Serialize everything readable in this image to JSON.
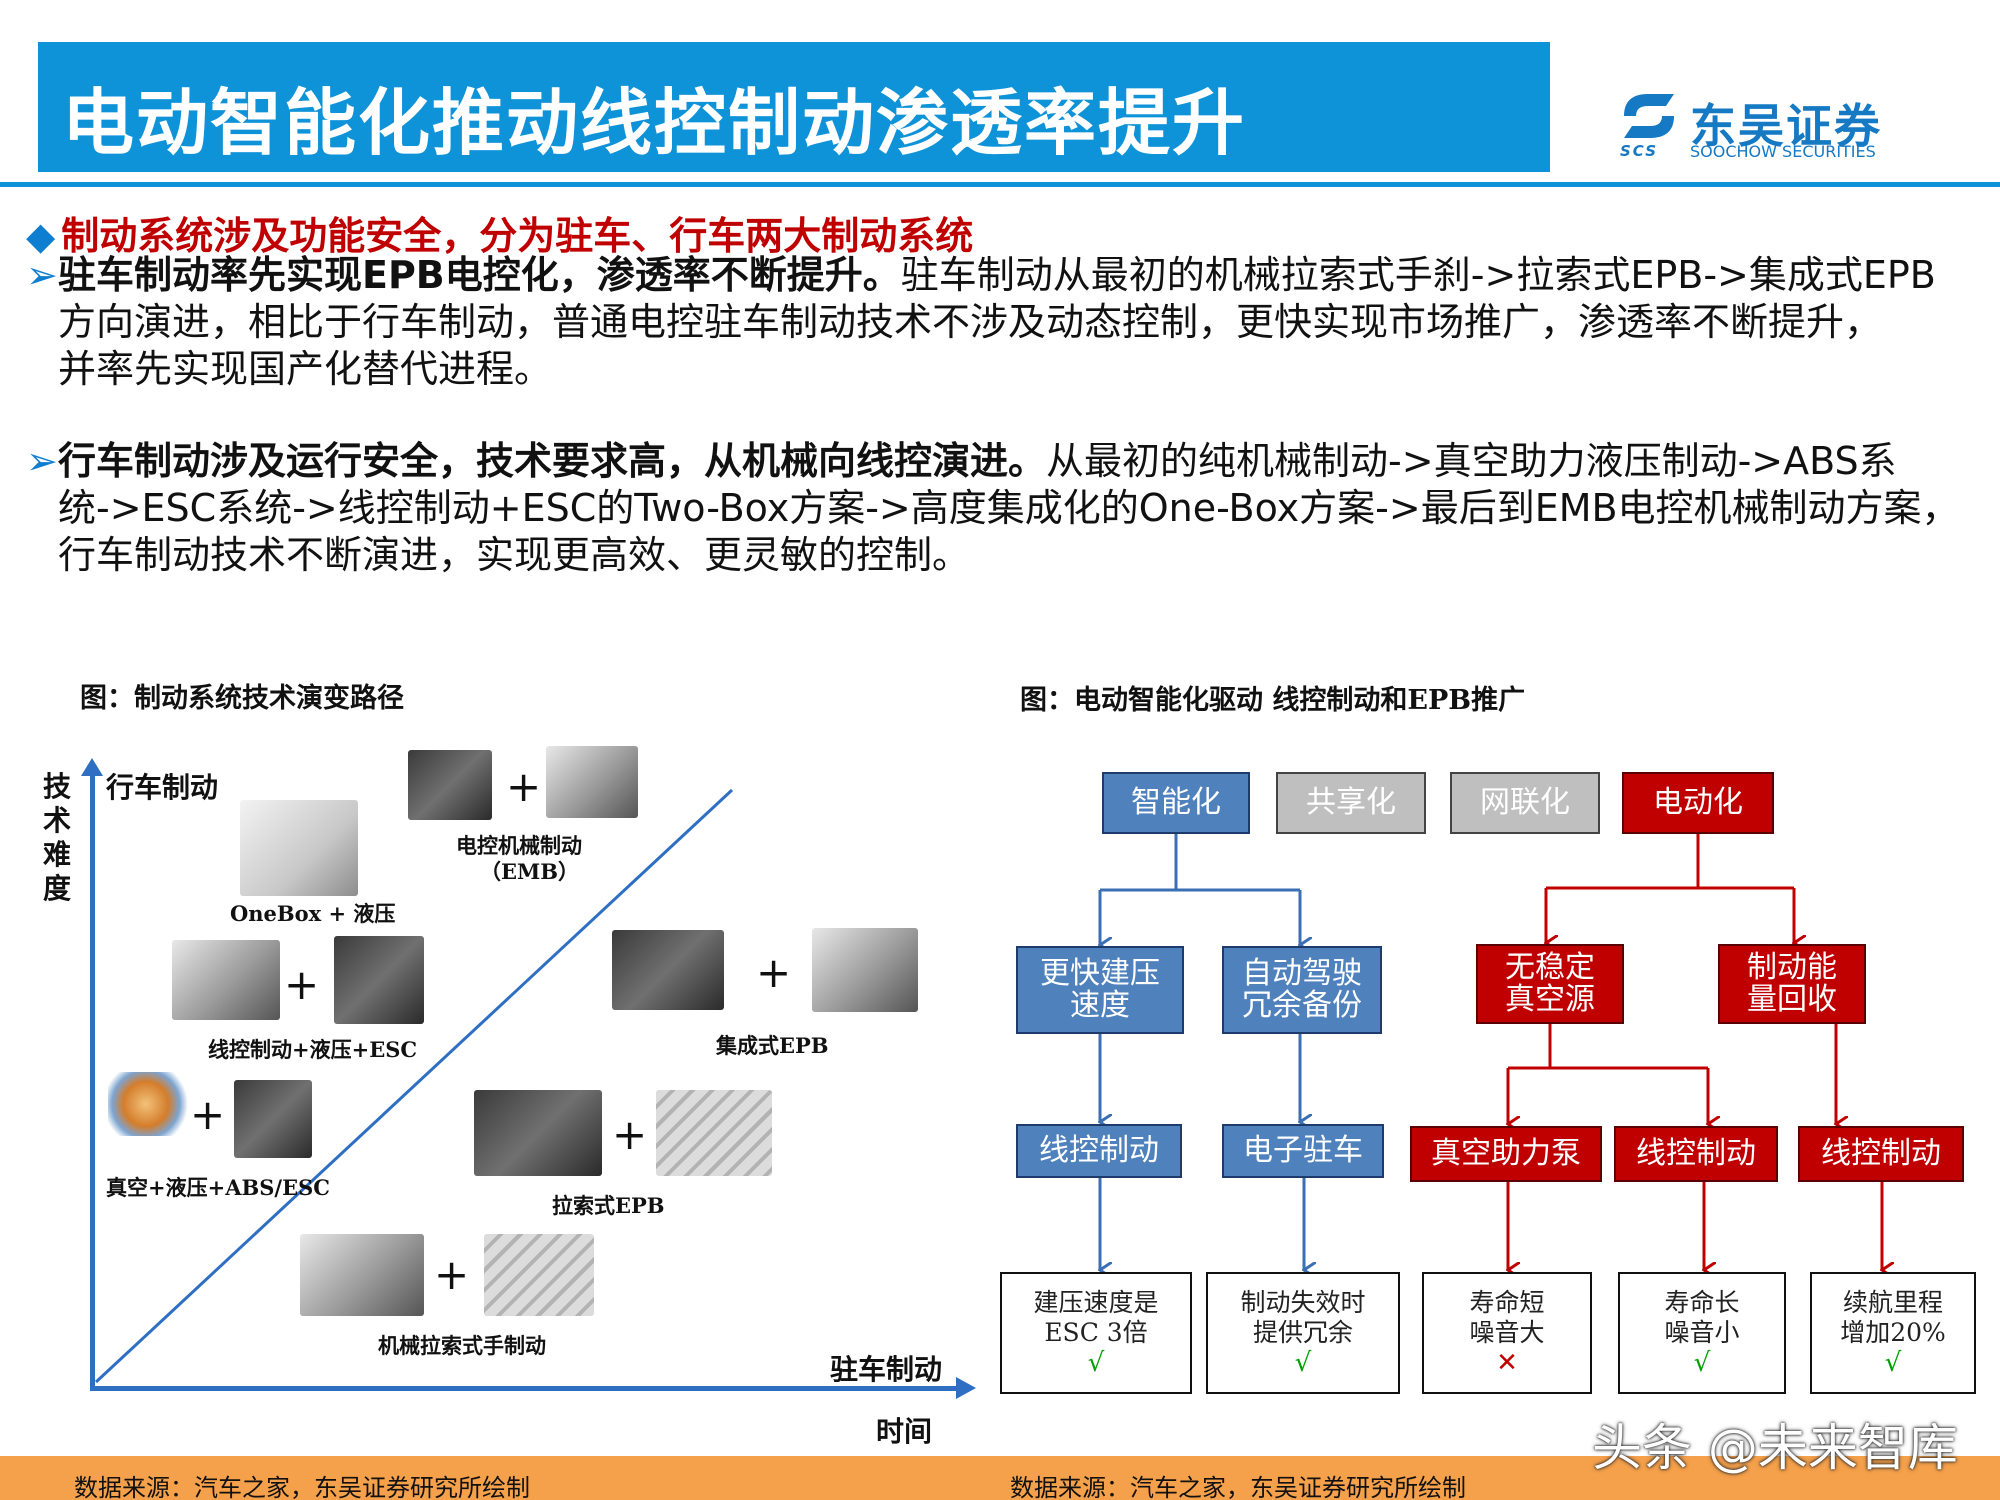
{
  "header": {
    "title": "电动智能化推动线控制动渗透率提升",
    "logo_cn": "东吴证券",
    "logo_en": "SOOCHOW SECURITIES",
    "logo_abbr": "SCS",
    "accent_color": "#0e93d8"
  },
  "intro": {
    "headline": "制动系统涉及功能安全，分为驻车、行车两大制动系统",
    "para1_bold": "驻车制动率先实现EPB电控化，渗透率不断提升。",
    "para1_line1": "驻车制动从最初的机械拉索式手刹->拉索式EPB->集成式EPB",
    "para1_line2": "方向演进，相比于行车制动，普通电控驻车制动技术不涉及动态控制，更快实现市场推广，渗透率不断提升，",
    "para1_line3": "并率先实现国产化替代进程。",
    "para2_bold": "行车制动涉及运行安全，技术要求高，从机械向线控演进。",
    "para2_line1": "从最初的纯机械制动->真空助力液压制动->ABS系",
    "para2_line2": "统->ESC系统->线控制动+ESC的Two-Box方案->高度集成化的One-Box方案->最后到EMB电控机械制动方案，",
    "para2_line3": "行车制动技术不断演进，实现更高效、更灵敏的控制。"
  },
  "left_figure": {
    "title": "图：制动系统技术演变路径",
    "y_axis_label": "技术难度",
    "y_top_label": "行车制动",
    "x_right_label": "驻车制动",
    "x_axis_label": "时间",
    "labels": {
      "emb": "电控机械制动",
      "emb2": "（EMB）",
      "onebox": "OneBox + 液压",
      "twobox": "线控制动+液压+ESC",
      "integrated_epb": "集成式EPB",
      "vacuum": "真空+液压+ABS/ESC",
      "cable_epb": "拉索式EPB",
      "handbrake": "机械拉索式手制动"
    },
    "plus": "+"
  },
  "right_figure": {
    "title": "图：电动智能化驱动 线控制动和EPB推广",
    "top": [
      "智能化",
      "共享化",
      "网联化",
      "电动化"
    ],
    "mid": [
      "更快建压速度",
      "自动驾驶冗余备份",
      "无稳定真空源",
      "制动能量回收"
    ],
    "mid_lines": [
      [
        "更快建压",
        "速度"
      ],
      [
        "自动驾驶",
        "冗余备份"
      ],
      [
        "无稳定",
        "真空源"
      ],
      [
        "制动能",
        "量回收"
      ]
    ],
    "low": [
      "线控制动",
      "电子驻车",
      "真空助力泵",
      "线控制动",
      "线控制动"
    ],
    "results": [
      {
        "l1": "建压速度是",
        "l2": "ESC 3倍",
        "mark": "√"
      },
      {
        "l1": "制动失效时",
        "l2": "提供冗余",
        "mark": "√"
      },
      {
        "l1": "寿命短",
        "l2": "噪音大",
        "mark": "✕"
      },
      {
        "l1": "寿命长",
        "l2": "噪音小",
        "mark": "√"
      },
      {
        "l1": "续航里程",
        "l2": "增加20%",
        "mark": "√"
      }
    ]
  },
  "footer": {
    "source_left": "数据来源：汽车之家，东吴证券研究所绘制",
    "source_right": "数据来源：汽车之家，东吴证券研究所绘制",
    "watermark": "头条 @未来智库"
  }
}
